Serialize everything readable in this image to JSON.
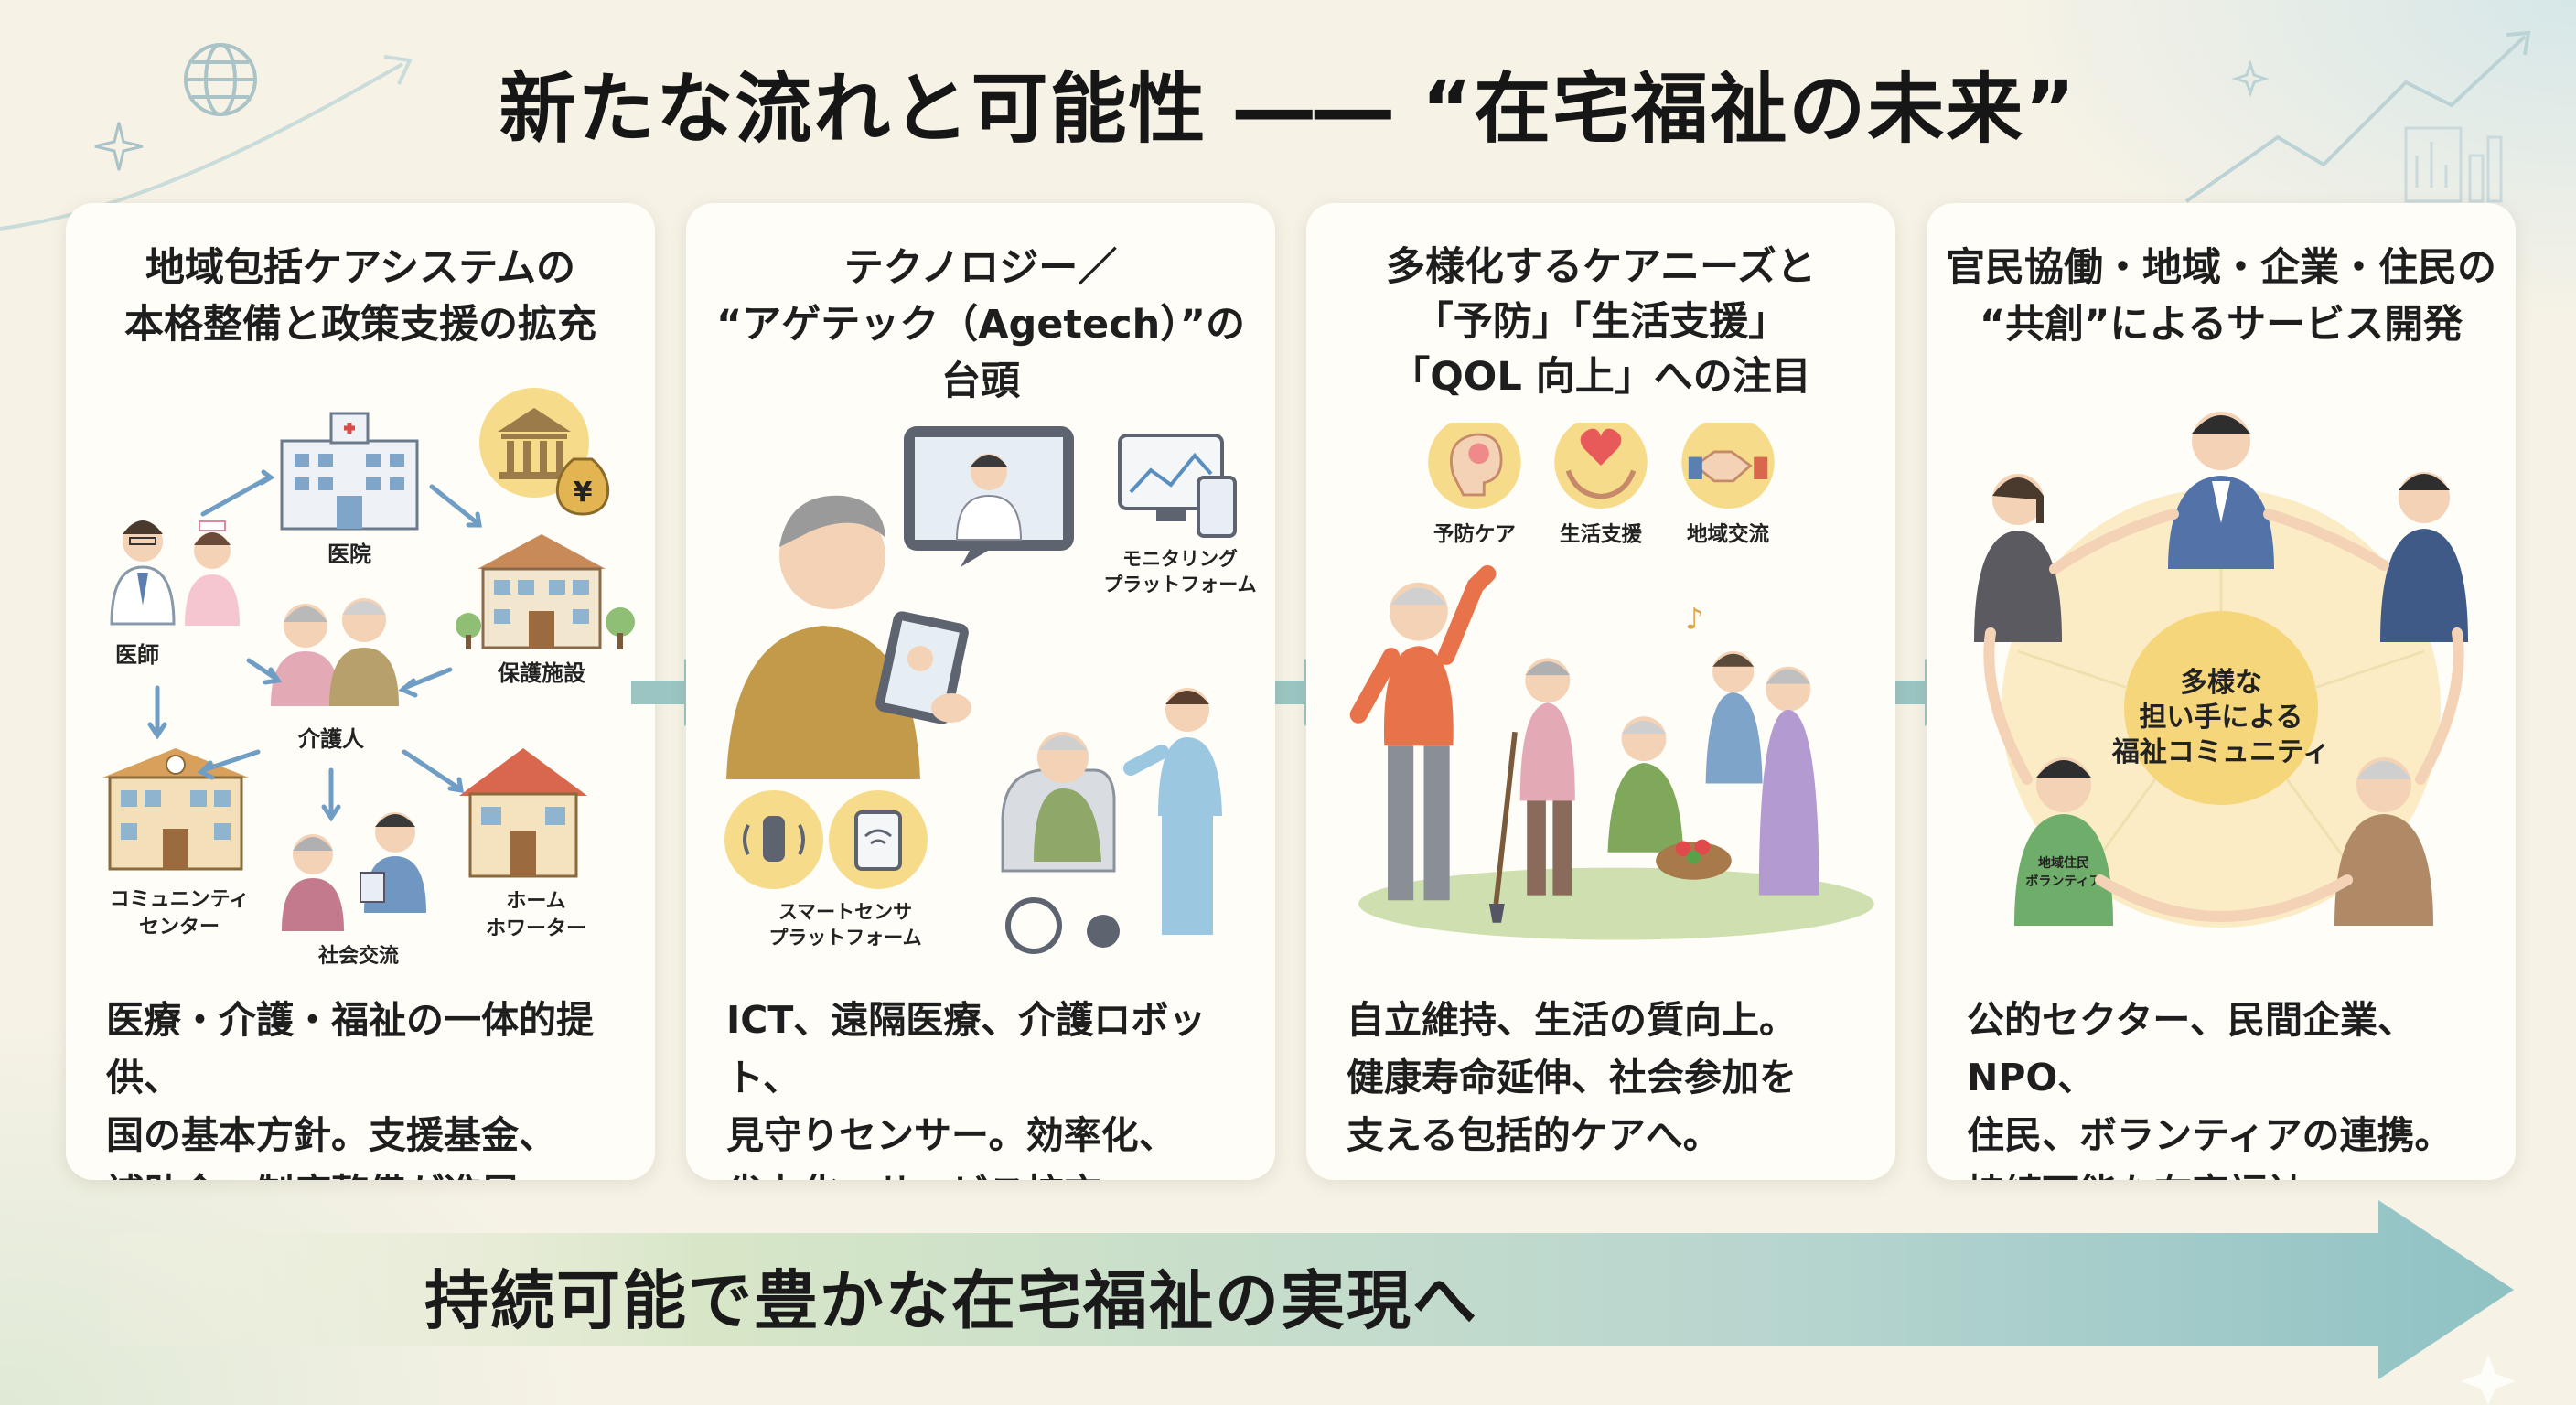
{
  "title": "新たな流れと可能性 ―― “在宅福祉の未来”",
  "cards": [
    {
      "title": "地域包括ケアシステムの\n本格整備と政策支援の拡充",
      "labels": [
        "医院",
        "保護施設",
        "医師",
        "介護人",
        "コミュニンティ",
        "センター",
        "ホーム",
        "ホワーター",
        "社会交流"
      ],
      "desc": "医療・介護・福祉の一体的提供、\n国の基本方針。支援基金、\n補助金、制度整備が進展。"
    },
    {
      "title": "テクノロジー／\n“アゲテック（Agetech）”の台頭",
      "labels": [
        "モニタリング",
        "プラットフォーム",
        "スマートセンサ",
        "プラットフォーム"
      ],
      "desc": "ICT、遠隔医療、介護ロボット、\n見守りセンサー。効率化、\n省力化、サービス拡充へ。"
    },
    {
      "title": "多様化するケアニーズと\n「予防」「生活支援」\n「QOL 向上」への注目",
      "labels": [
        "予防ケア",
        "生活支援",
        "地域交流"
      ],
      "desc": "自立維持、生活の質向上。\n健康寿命延伸、社会参加を\n支える包括的ケアへ。"
    },
    {
      "title": "官民協働・地域・企業・住民の\n“共創”によるサービス開発",
      "labels": [
        "多様な",
        "担い手による",
        "福祉コミュニティ",
        "地域住民",
        "ボランティア"
      ],
      "desc": "公的セクター、民間企業、NPO、\n住民、ボランティアの連携。\n持続可能な在宅福祉へ。"
    }
  ],
  "bottom": "持続可能で豊かな在宅福祉の実現へ",
  "colors": {
    "background": "#f6f2e6",
    "card": "#fffdf8",
    "accent_teal": "#8fc2c4",
    "accent_green": "#b9d5a8",
    "warm_yellow": "#f6dc8a"
  }
}
